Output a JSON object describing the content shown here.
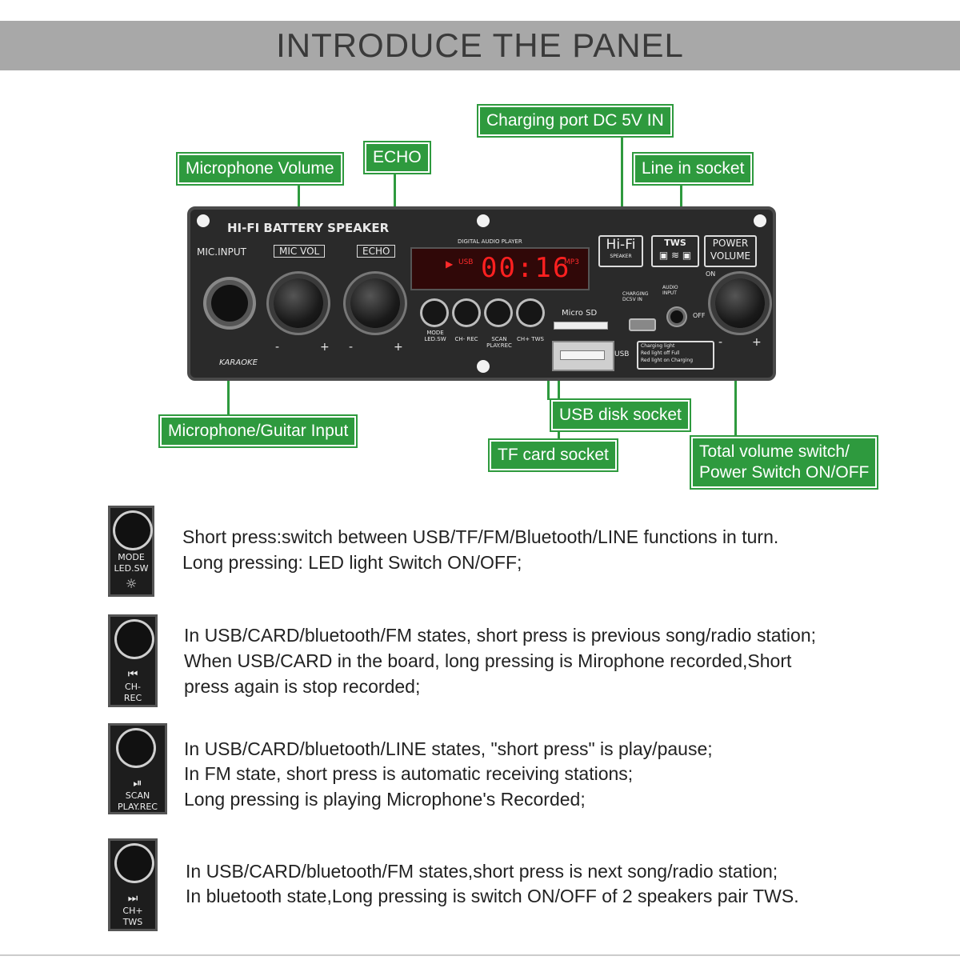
{
  "banner": {
    "title": "INTRODUCE THE PANEL"
  },
  "callouts": {
    "mic_volume": "Microphone Volume",
    "echo": "ECHO",
    "charging": "Charging port DC 5V IN",
    "line_in": "Line in socket",
    "mic_guitar": "Microphone/Guitar Input",
    "usb_disk": "USB disk socket",
    "tf_card": "TF card socket",
    "total_volume_1": "Total volume switch/",
    "total_volume_2": "Power Switch ON/OFF"
  },
  "panel": {
    "brand": "HI-FI BATTERY SPEAKER",
    "mic_input": "MIC.INPUT",
    "mic_vol": "MIC VOL",
    "echo": "ECHO",
    "digital_audio": "DIGITAL AUDIO PLAYER",
    "lcd_usb": "USB",
    "lcd_time": "00:16",
    "lcd_mp3": "MP3",
    "hifi": "Hi-Fi",
    "speaker": "SPEAKER",
    "tws": "TWS",
    "power": "POWER",
    "volume": "VOLUME",
    "micro_sd": "Micro SD",
    "usb": "USB",
    "charging_label": "CHARGING DC5V IN",
    "audio_input": "AUDIO INPUT",
    "on": "ON",
    "off": "OFF",
    "karaoke": "KARAOKE",
    "btn_mode": "MODE LED.SW",
    "btn_prev": "CH- REC",
    "btn_play": "SCAN PLAY.REC",
    "btn_next": "CH+ TWS",
    "charging_light_1": "Charging light",
    "charging_light_2": "Red light off Full",
    "charging_light_3": "Red light on Charging",
    "minus": "-",
    "plus": "+"
  },
  "buttons": [
    {
      "label_top": "MODE",
      "label_bottom": "LED.SW",
      "lines": [
        "Short press:switch between USB/TF/FM/Bluetooth/LINE functions in turn.",
        "Long pressing: LED light Switch ON/OFF;"
      ]
    },
    {
      "label_top": "CH-",
      "label_bottom": "REC",
      "lines": [
        "In USB/CARD/bluetooth/FM states,  short press is previous song/radio station;",
        "When USB/CARD in the board, long pressing is Mirophone recorded,Short",
        "press again is stop recorded;"
      ]
    },
    {
      "label_top": "SCAN",
      "label_bottom": "PLAY.REC",
      "lines": [
        "In USB/CARD/bluetooth/LINE states, \"short press\" is play/pause;",
        "In FM state, short press is automatic receiving stations;",
        "Long pressing is playing Microphone's Recorded;"
      ]
    },
    {
      "label_top": "CH+",
      "label_bottom": "TWS",
      "lines": [
        "In USB/CARD/bluetooth/FM states,short press is next song/radio station;",
        "In bluetooth state,Long pressing is switch ON/OFF of 2 speakers pair TWS."
      ]
    }
  ]
}
